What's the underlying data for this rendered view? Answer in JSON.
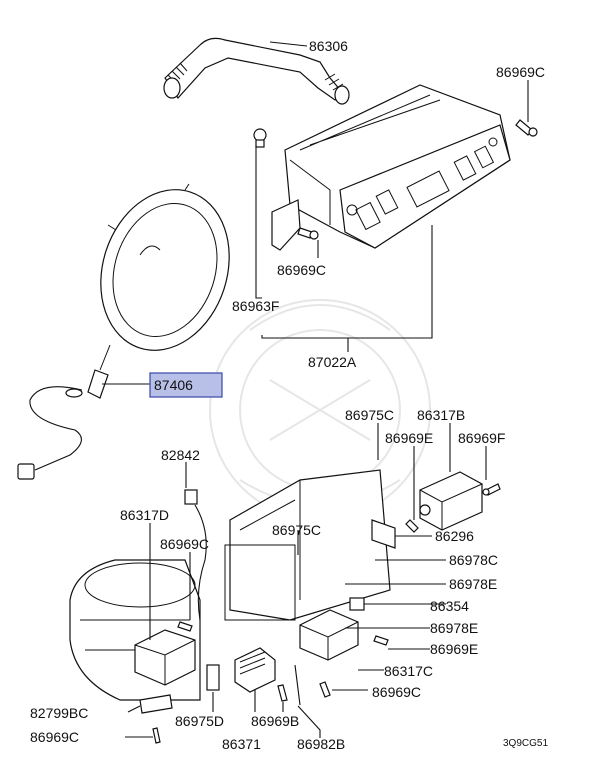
{
  "diagram": {
    "drawing_code": "3Q9CG51",
    "callouts": {
      "c86306": "86306",
      "c86969C_top": "86969C",
      "c86969C_mid": "86969C",
      "c86963F": "86963F",
      "c87022A": "87022A",
      "c87406": "87406",
      "c86975C_top": "86975C",
      "c86317B": "86317B",
      "c86969E_top": "86969E",
      "c86969F": "86969F",
      "c82842": "82842",
      "c86317D": "86317D",
      "c86969C_left": "86969C",
      "c86975C_mid": "86975C",
      "c86296": "86296",
      "c86978C": "86978C",
      "c86978E_a": "86978E",
      "c86354": "86354",
      "c86978E_b": "86978E",
      "c86969E_b": "86969E",
      "c86317C": "86317C",
      "c86969C_r": "86969C",
      "c82799BC": "82799BC",
      "c86975D": "86975D",
      "c86969B": "86969B",
      "c86969C_bot": "86969C",
      "c86371": "86371",
      "c86982B": "86982B"
    },
    "highlighted": "87406",
    "highlight_color": "#b8c0e8"
  }
}
